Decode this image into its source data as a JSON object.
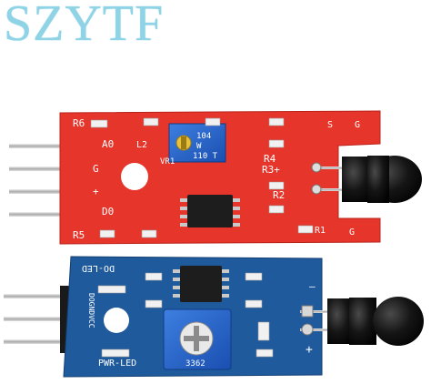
{
  "watermark": {
    "text": "SZYTF",
    "color": "#8fd4e6"
  },
  "red_board": {
    "color": "#e6352a",
    "labels": {
      "r6": "R6",
      "a0": "A0",
      "g": "G",
      "plus": "+",
      "d0": "D0",
      "r5": "R5",
      "l2": "L2",
      "vr1": "VR1",
      "r4": "R4",
      "r3": "R3+",
      "r2": "R2",
      "r1": "R1",
      "s": "S",
      "g2": "G",
      "g3": "G"
    },
    "pot_marking": [
      "104",
      "W",
      "110 T"
    ]
  },
  "blue_board": {
    "color": "#1e5a9c",
    "labels": {
      "do_led": "DO-LED",
      "pins": "DOGNDVCC",
      "pwr_led": "PWR-LED",
      "minus": "—",
      "plus": "+"
    },
    "pot_marking": "3362"
  }
}
